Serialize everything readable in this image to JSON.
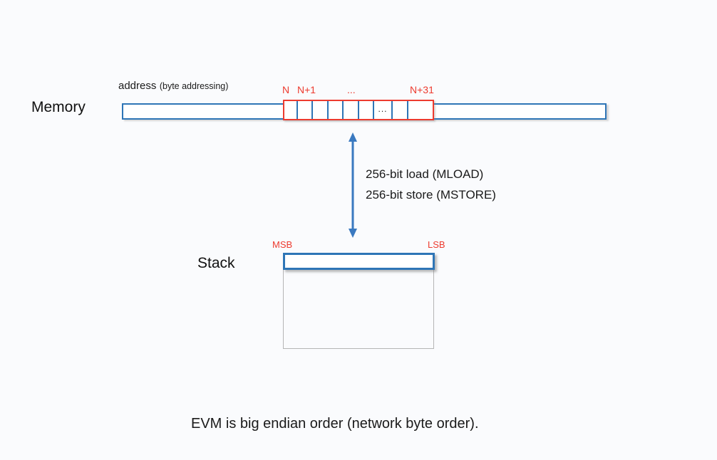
{
  "colors": {
    "background": "#fafbfd",
    "box_blue": "#2e75b6",
    "arrow_blue": "#3a79c0",
    "red": "#ed3b2f",
    "text": "#1a1a1a",
    "stack_body_border": "#b5b5b5"
  },
  "memory": {
    "label": "Memory",
    "address_label": "address",
    "address_note": "(byte addressing)",
    "byte_index_n": "N",
    "byte_index_n1": "N+1",
    "byte_index_dots": "...",
    "byte_index_n31": "N+31",
    "cell_dots": "..."
  },
  "transfer": {
    "load_line": "256-bit load (MLOAD)",
    "store_line": "256-bit store (MSTORE)"
  },
  "stack": {
    "label": "Stack",
    "msb_label": "MSB",
    "lsb_label": "LSB"
  },
  "caption": "EVM is big endian order (network byte order)."
}
